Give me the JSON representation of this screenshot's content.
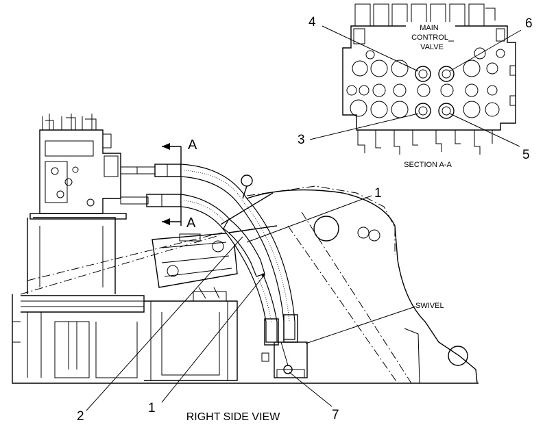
{
  "section_inset": {
    "main_control_valve_lines": [
      "MAIN",
      "CONTROL",
      "VALVE"
    ],
    "caption": "SECTION A-A"
  },
  "views": {
    "right_side_caption": "RIGHT SIDE VIEW"
  },
  "section_markers": {
    "top": "A",
    "bottom": "A"
  },
  "callouts": {
    "c1_upper": "1",
    "c1_lower": "1",
    "c2": "2",
    "c3": "3",
    "c4": "4",
    "c5": "5",
    "c6": "6",
    "c7": "7",
    "swivel": "SWIVEL"
  }
}
